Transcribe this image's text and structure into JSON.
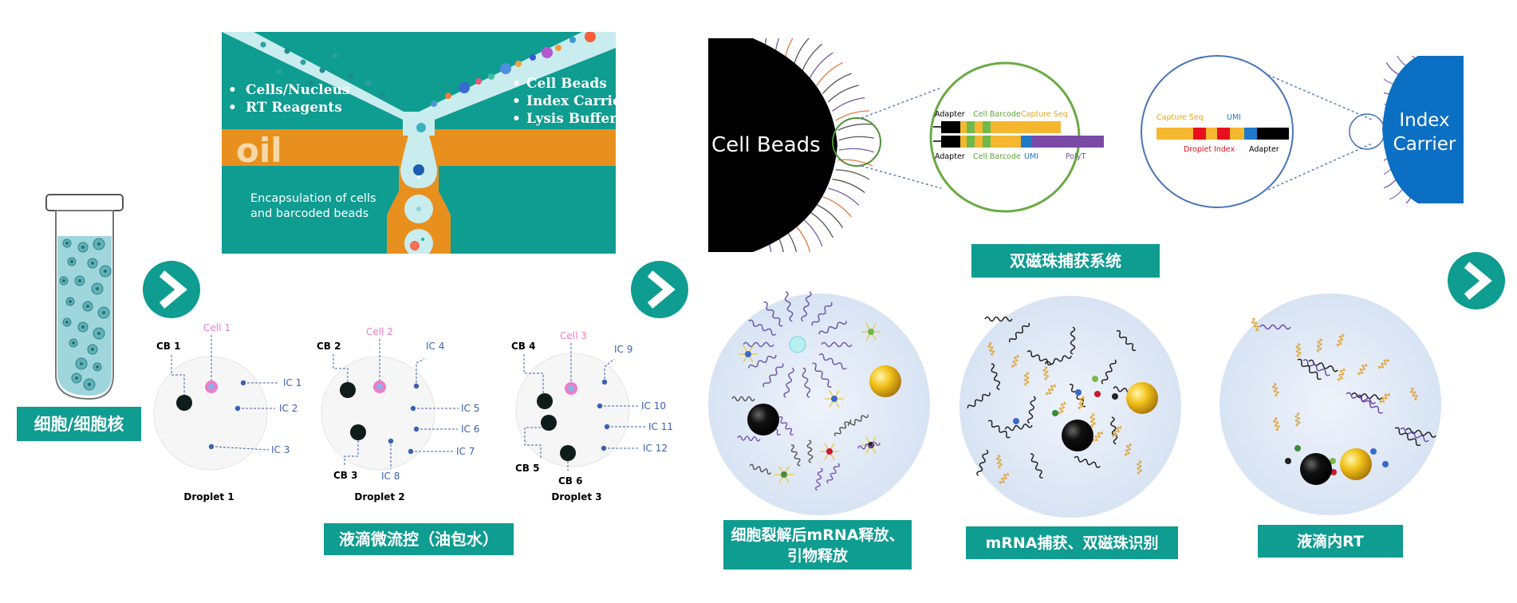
{
  "colors": {
    "teal": "#0f9c91",
    "oil_orange": "#e8901e",
    "channel": "#c9ecee",
    "index_blue": "#0b6fc3",
    "cell_pink": "#f07ac8",
    "ic_blue": "#3a62b0"
  },
  "tube": {
    "label": "细胞/细胞核",
    "icon": "test-tube-icon"
  },
  "arrows": {
    "icon": "chevron-right-icon"
  },
  "microfluidics": {
    "left_items": [
      "Cells/Nucleus",
      "RT Reagents"
    ],
    "right_items": [
      "Cell Beads",
      "Index Carrier",
      "Lysis Buffer"
    ],
    "oil_text": "oil",
    "encapsulation_lines": [
      "Encapsulation of cells",
      "and barcoded beads"
    ]
  },
  "droplets": {
    "caption": "液滴微流控（油包水）",
    "items": [
      {
        "name": "Droplet 1",
        "cell": "Cell 1",
        "cb": [
          "CB 1"
        ],
        "ic": [
          "IC 1",
          "IC 2",
          "IC 3"
        ]
      },
      {
        "name": "Droplet 2",
        "cell": "Cell 2",
        "cb": [
          "CB 2",
          "CB 3"
        ],
        "ic": [
          "IC 4",
          "IC 5",
          "IC 6",
          "IC 7",
          "IC 8"
        ]
      },
      {
        "name": "Droplet 3",
        "cell": "Cell 3",
        "cb": [
          "CB 4",
          "CB 5",
          "CB 6"
        ],
        "ic": [
          "IC 9",
          "IC 10",
          "IC 11",
          "IC 12"
        ]
      }
    ]
  },
  "beads": {
    "cell_beads": "Cell Beads",
    "index_carrier_lines": [
      "Index",
      "Carrier"
    ],
    "system_label": "双磁珠捕获系统",
    "cell_bead_seq": {
      "top_labels": [
        "Adapter",
        "Cell Barcode",
        "Capture Seq"
      ],
      "bottom_labels": [
        "Adapter",
        "Cell Barcode",
        "UMI",
        "PolyT"
      ]
    },
    "index_seq": {
      "top_labels": [
        "Capture Seq",
        "UMI"
      ],
      "bottom_labels": [
        "Droplet Index",
        "Adapter"
      ]
    }
  },
  "steps": [
    "细胞裂解后mRNA释放、\n引物释放",
    "mRNA捕获、双磁珠识别",
    "液滴内RT"
  ]
}
